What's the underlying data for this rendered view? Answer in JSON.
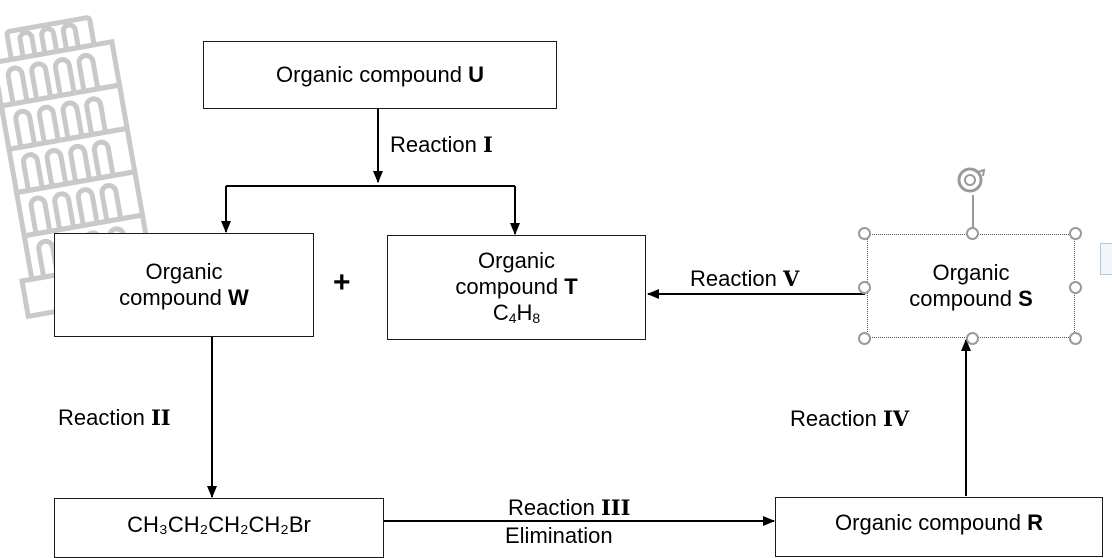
{
  "boxes": {
    "u": {
      "prefix": "Organic compound",
      "letter": "U"
    },
    "w": {
      "line1": "Organic",
      "line2": "compound",
      "letter": "W"
    },
    "t": {
      "line1": "Organic",
      "line2": "compound",
      "letter": "T",
      "formula_c": "C",
      "formula_c_sub": "4",
      "formula_h": "H",
      "formula_h_sub": "8"
    },
    "s": {
      "line1": "Organic",
      "line2": "compound",
      "letter": "S"
    },
    "r": {
      "prefix": "Organic compound",
      "letter": "R"
    },
    "bromide": {
      "text": "CH₃CH₂CH₂CH₂Br"
    }
  },
  "plus_sign": "+",
  "reactions": {
    "i": {
      "word": "Reaction",
      "numeral": "I"
    },
    "ii": {
      "word": "Reaction",
      "numeral": "II"
    },
    "iii": {
      "word": "Reaction",
      "numeral": "III",
      "note": "Elimination"
    },
    "iv": {
      "word": "Reaction",
      "numeral": "IV"
    },
    "v": {
      "word": "Reaction",
      "numeral": "V"
    }
  },
  "icons": {
    "watermark": "leaning-tower-icon",
    "rotate": "rotate-handle-icon"
  }
}
